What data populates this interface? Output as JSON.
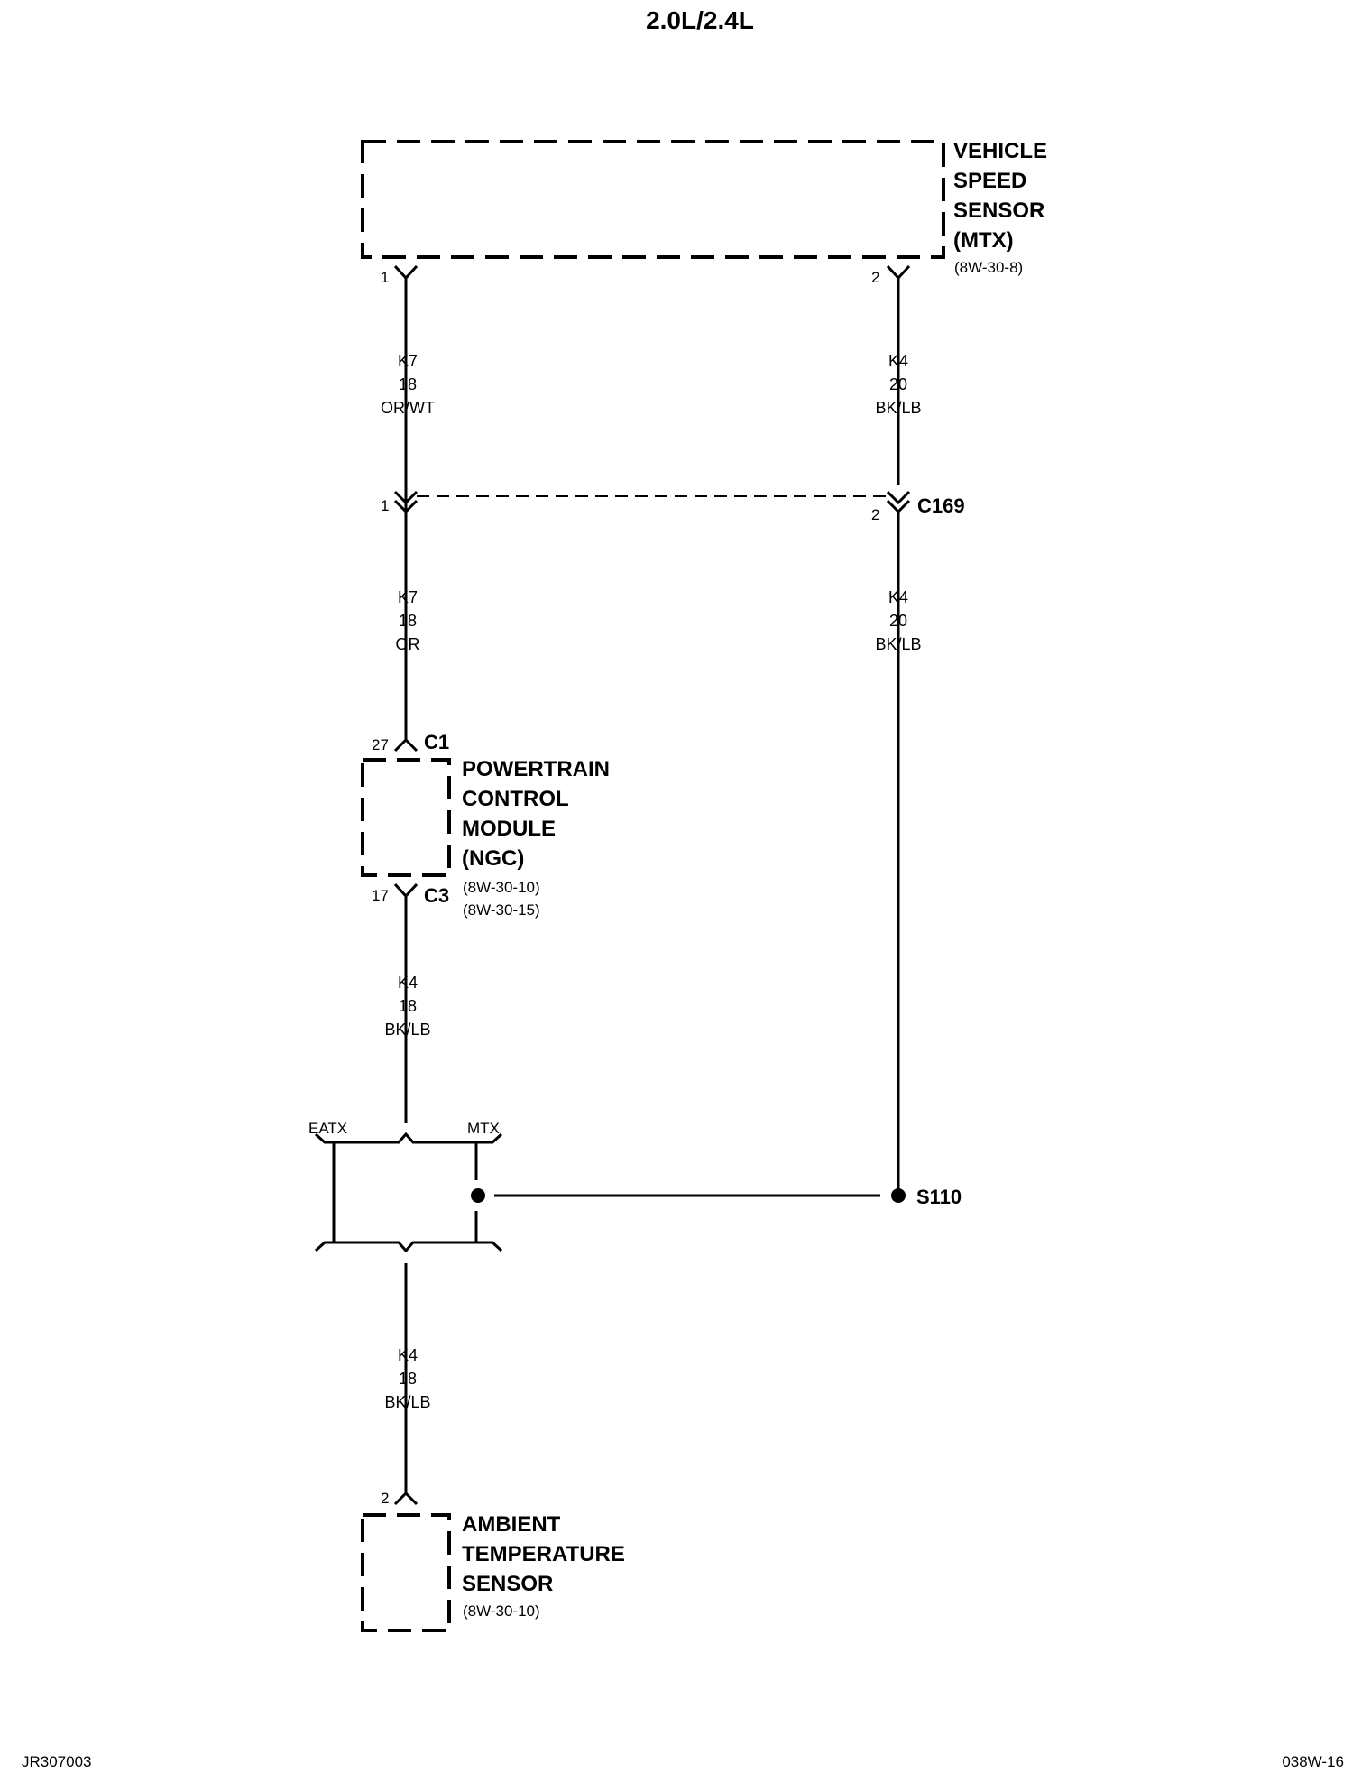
{
  "title": "2.0L/2.4L",
  "footer": {
    "left": "JR307003",
    "right": "038W-16"
  },
  "vss": {
    "lines": [
      "VEHICLE",
      "SPEED",
      "SENSOR",
      "(MTX)"
    ],
    "ref": "(8W-30-8)",
    "pin1": "1",
    "pin2": "2"
  },
  "wire_k7_a": {
    "circuit": "K7",
    "gauge": "18",
    "color": "OR/WT"
  },
  "wire_k4_a": {
    "circuit": "K4",
    "gauge": "20",
    "color": "BK/LB"
  },
  "c169": {
    "name": "C169",
    "pin1": "1",
    "pin2": "2"
  },
  "wire_k7_b": {
    "circuit": "K7",
    "gauge": "18",
    "color": "OR"
  },
  "wire_k4_b": {
    "circuit": "K4",
    "gauge": "20",
    "color": "BK/LB"
  },
  "pcm": {
    "lines": [
      "POWERTRAIN",
      "CONTROL",
      "MODULE",
      "(NGC)"
    ],
    "ref1": "(8W-30-10)",
    "ref2": "(8W-30-15)",
    "c1": "C1",
    "c1_pin": "27",
    "c3": "C3",
    "c3_pin": "17"
  },
  "wire_k4_c": {
    "circuit": "K4",
    "gauge": "18",
    "color": "BK/LB"
  },
  "option": {
    "left": "EATX",
    "right": "MTX"
  },
  "splice": {
    "name": "S110"
  },
  "wire_k4_d": {
    "circuit": "K4",
    "gauge": "18",
    "color": "BK/LB"
  },
  "ats": {
    "lines": [
      "AMBIENT",
      "TEMPERATURE",
      "SENSOR"
    ],
    "ref": "(8W-30-10)",
    "pin": "2"
  }
}
